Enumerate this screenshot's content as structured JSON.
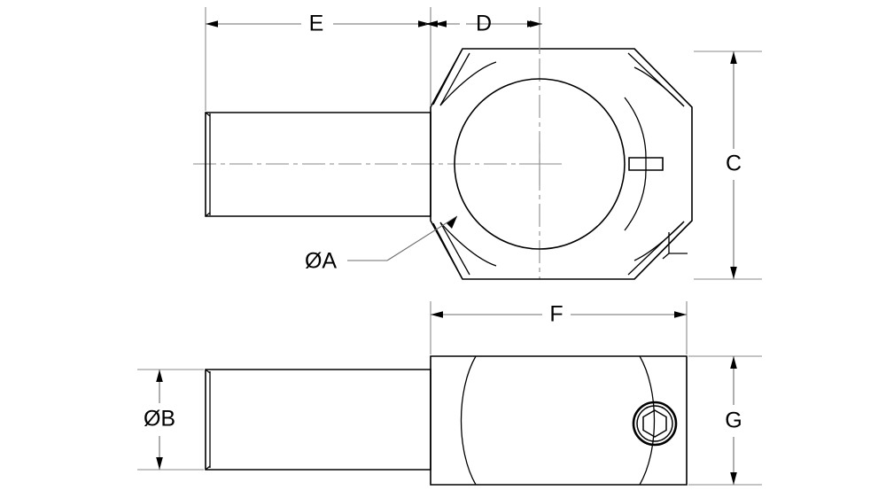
{
  "drawing": {
    "title": "Swivel Shaft Clamp Dimensioned Drawing",
    "background_color": "#ffffff",
    "line_color": "#000000",
    "dimension_color": "#6d6d6d",
    "views": [
      {
        "name": "top-view",
        "description": "End view showing octagonal split clamp body with circular bore and attached cylindrical shaft"
      },
      {
        "name": "bottom-view",
        "description": "Side view showing rectangular clamp body with socket head cap screw and cylindrical shaft"
      }
    ]
  },
  "dimensions": {
    "E": {
      "label": "E",
      "view": "top-view",
      "orientation": "horizontal",
      "description": "Shaft length from free end to clamp body face"
    },
    "D": {
      "label": "D",
      "view": "top-view",
      "orientation": "horizontal",
      "description": "Distance from clamp body face to bore centerline"
    },
    "C": {
      "label": "C",
      "view": "top-view",
      "orientation": "vertical",
      "description": "Overall clamp body height"
    },
    "A": {
      "label": "ØA",
      "view": "top-view",
      "orientation": "leader",
      "description": "Clamp bore diameter"
    },
    "F": {
      "label": "F",
      "view": "bottom-view",
      "orientation": "horizontal",
      "description": "Clamp body overall length"
    },
    "B": {
      "label": "ØB",
      "view": "bottom-view",
      "orientation": "vertical",
      "description": "Shaft diameter"
    },
    "G": {
      "label": "G",
      "view": "bottom-view",
      "orientation": "vertical",
      "description": "Clamp body width"
    }
  },
  "features": {
    "bore": {
      "name": "clamp-bore",
      "shape": "circle"
    },
    "split_gap": {
      "name": "clamp-split-gap",
      "shape": "rectangular-slot"
    },
    "socket_screw": {
      "name": "socket-head-cap-screw",
      "shape": "hex-socket"
    },
    "shaft": {
      "name": "cylindrical-shaft",
      "shape": "cylinder"
    },
    "body": {
      "name": "clamp-body",
      "shape": "octagonal"
    }
  },
  "labels": {
    "e": "E",
    "d": "D",
    "c": "C",
    "a": "ØA",
    "f": "F",
    "b": "ØB",
    "g": "G"
  }
}
